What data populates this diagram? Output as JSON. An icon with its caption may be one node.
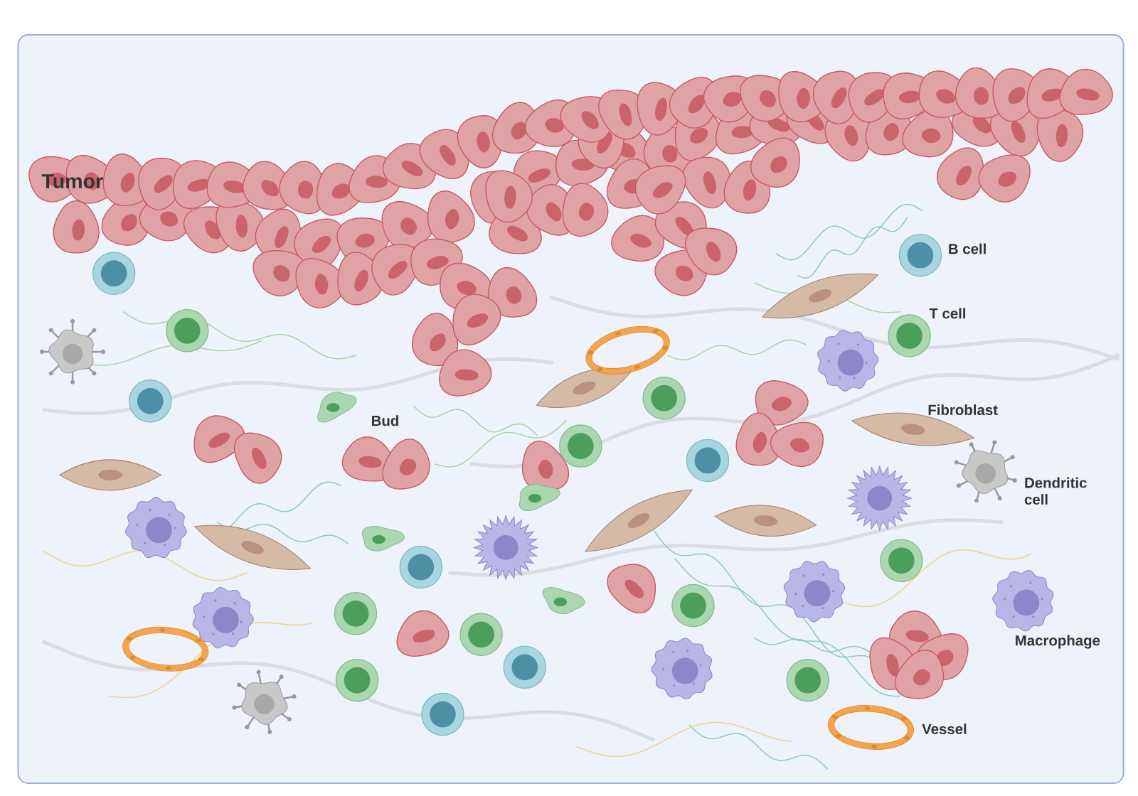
{
  "diagram": {
    "labels": [
      "Tumor",
      "B cell",
      "T cell",
      "Bud",
      "Fibroblast",
      "Dendritic cell",
      "Macrophage",
      "Vessel"
    ]
  }
}
